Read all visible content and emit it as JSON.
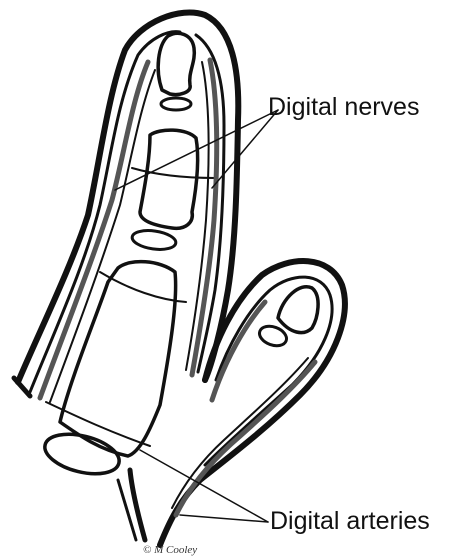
{
  "labels": {
    "nerves": "Digital nerves",
    "arteries": "Digital arteries"
  },
  "credit": "© M Cooley",
  "colors": {
    "outline": "#111111",
    "artery": "#555555",
    "background": "#ffffff"
  }
}
